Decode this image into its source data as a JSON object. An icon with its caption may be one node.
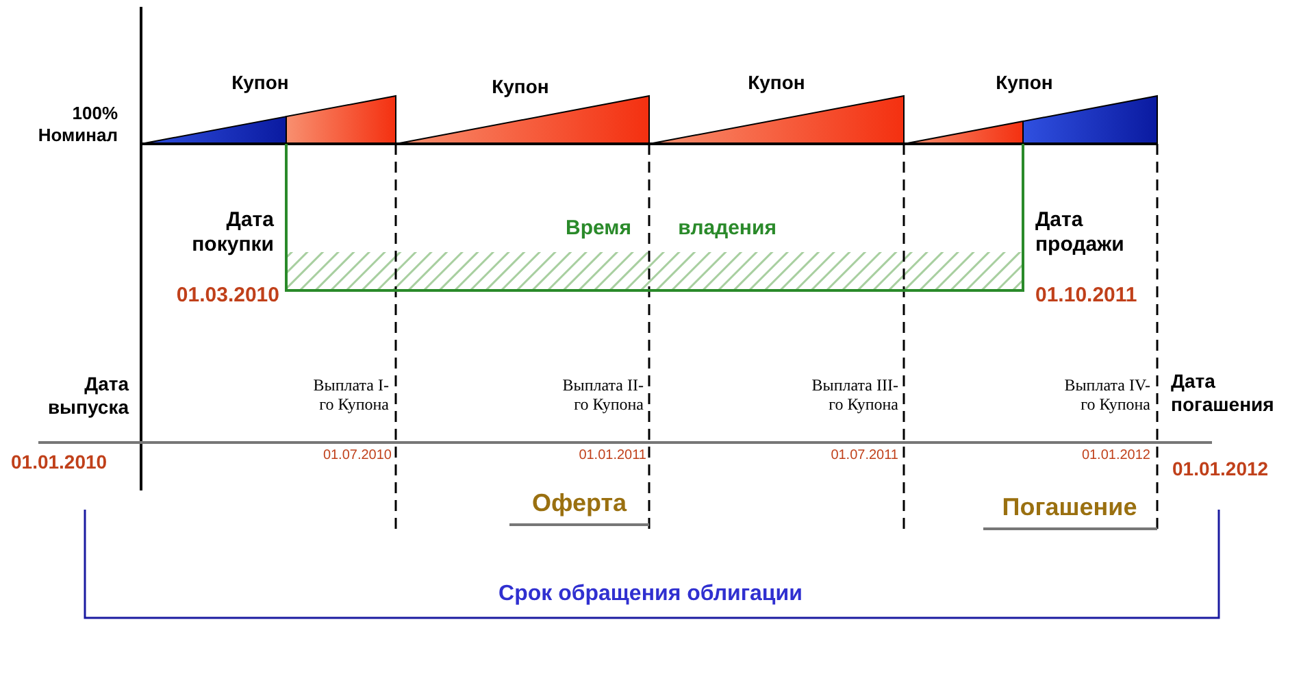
{
  "diagram": {
    "labels": [
      "Купон",
      "Купон",
      "Купон",
      "Купон",
      "100% Номинал",
      "Дата покупки",
      "Время владения",
      "Дата продажи",
      "01.03.2010",
      "01.10.2011",
      "Дата выпуска",
      "Выплата I-го Купона",
      "Выплата II-го Купона",
      "Выплата III-го Купона",
      "Выплата IV-го Купона",
      "Дата погашения",
      "01.01.2010",
      "01.07.2010",
      "01.01.2011",
      "01.07.2011",
      "01.01.2012",
      "01.01.2012",
      "Оферта",
      "Погашение",
      "Срок обращения облигации"
    ]
  }
}
